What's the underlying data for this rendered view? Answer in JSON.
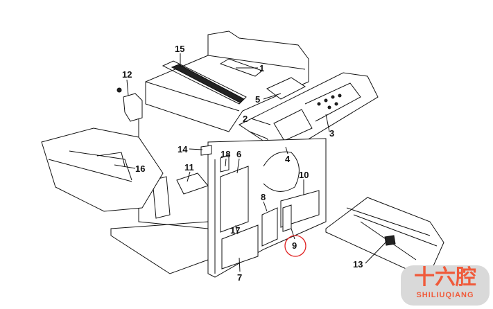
{
  "diagram": {
    "callouts": [
      "1",
      "2",
      "3",
      "4",
      "5",
      "6",
      "7",
      "8",
      "9",
      "10",
      "11",
      "12",
      "13",
      "14",
      "15",
      "16",
      "17",
      "18"
    ],
    "highlighted_callout": "9",
    "highlight_color": "#e02020"
  },
  "watermark": {
    "chinese": "十六腔",
    "latin": "SHILIUQIANG",
    "color": "#f05a3a"
  }
}
